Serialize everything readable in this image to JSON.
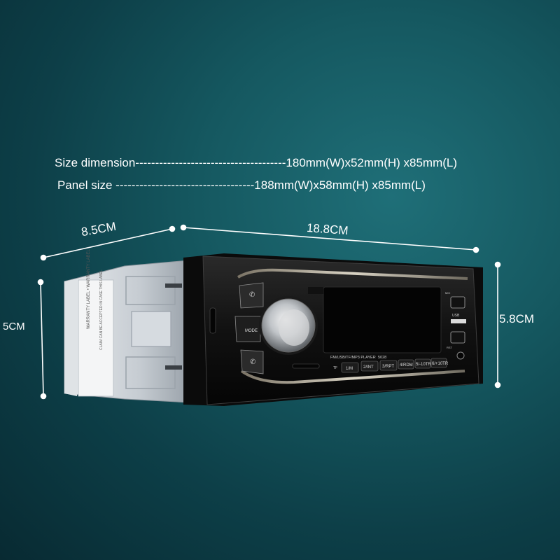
{
  "specs": {
    "size_dimension": "Size dimension--------------------------------------180mm(W)x52mm(H) x85mm(L)",
    "panel_size": "Panel size -----------------------------------188mm(W)x58mm(H) x85mm(L)"
  },
  "dimensions": {
    "depth": "8.5CM",
    "width": "18.8CM",
    "height_left": "5CM",
    "height_right": "5.8CM"
  },
  "device": {
    "player_label": "FM/USB/TF/MP3 PLAYER",
    "model": "5028",
    "mode_button": "MODE",
    "tf_label": "TF",
    "preset_buttons": [
      "1/M",
      "2/INT",
      "3/RPT",
      "4/RDM",
      "5/-10TR",
      "6/+10TR"
    ],
    "usb_label": "USB",
    "rst_label": "RST",
    "mic_label": "MIC",
    "cage_label_1": "WARRANTY LABEL",
    "cage_label_2": "CLAIM CAN BE ACCEPTED IN CASE THIS LABEL"
  }
}
